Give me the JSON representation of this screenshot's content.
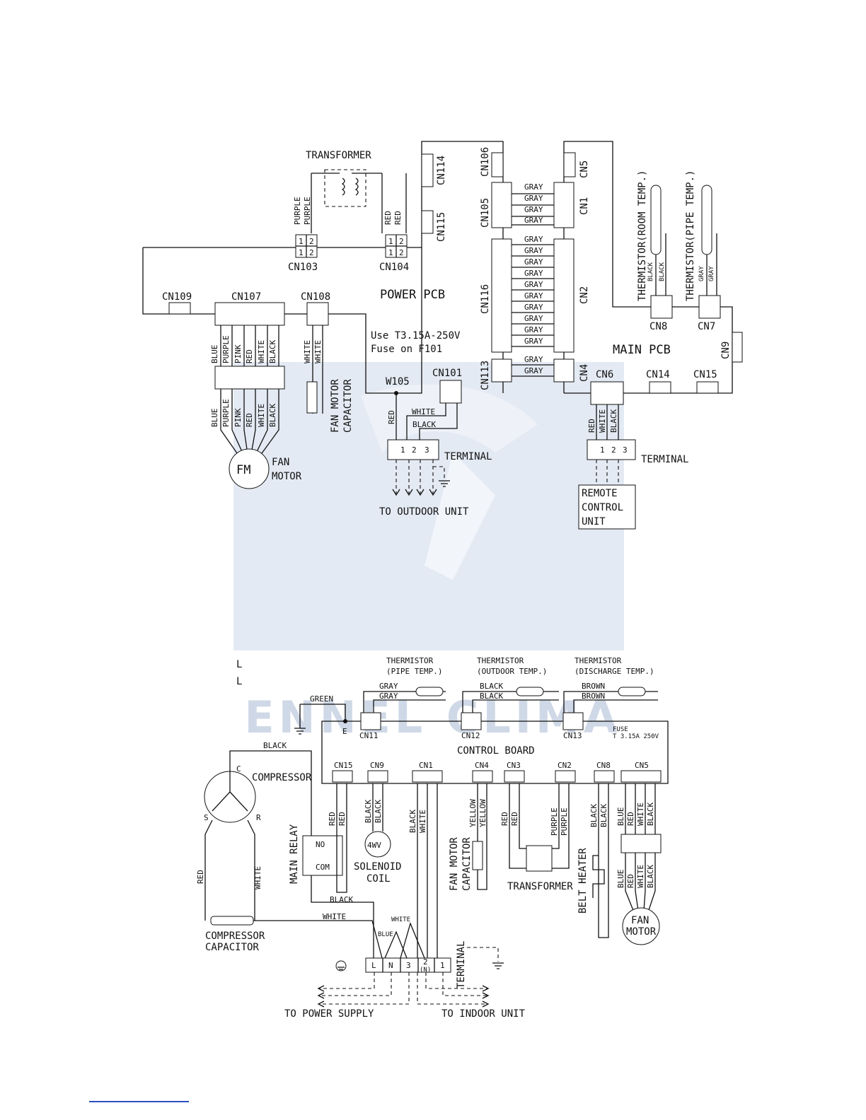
{
  "indoor": {
    "transformer": "TRANSFORMER",
    "cn114": "CN114",
    "cn115": "CN115",
    "cn105": "CN105",
    "cn106": "CN106",
    "cn5": "CN5",
    "cn1": "CN1",
    "cn2": "CN2",
    "cn116": "CN116",
    "cn113": "CN113",
    "cn4": "CN4",
    "thermistor_room": "THERMISTOR(ROOM TEMP.)",
    "thermistor_pipe": "THERMISTOR(PIPE TEMP.)",
    "cn103": "CN103",
    "cn104": "CN104",
    "power_pcb": "POWER PCB",
    "cn109": "CN109",
    "cn107": "CN107",
    "cn108": "CN108",
    "fuse_note_1": "Use T3.15A-250V",
    "fuse_note_2": "Fuse on F101",
    "cn101": "CN101",
    "w105": "W105",
    "cn8": "CN8",
    "cn7": "CN7",
    "cn9": "CN9",
    "main_pcb": "MAIN PCB",
    "cn6": "CN6",
    "cn14": "CN14",
    "cn15": "CN15",
    "terminal_left": "TERMINAL",
    "terminal_right": "TERMINAL",
    "to_outdoor": "TO OUTDOOR UNIT",
    "remote_1": "REMOTE",
    "remote_2": "CONTROL",
    "remote_3": "UNIT",
    "fan_motor_1": "FAN",
    "fan_motor_2": "MOTOR",
    "fm": "FM",
    "fan_motor_capacitor_1": "FAN MOTOR",
    "fan_motor_capacitor_2": "CAPACITOR",
    "wire_purple": "PURPLE",
    "wire_red": "RED",
    "wire_gray": "GRAY",
    "wire_black": "BLACK",
    "wire_blue": "BLUE",
    "wire_pink": "PINK",
    "wire_white": "WHITE"
  },
  "outdoor": {
    "thermistor": "THERMISTOR",
    "pipe_temp": "(PIPE TEMP.)",
    "outdoor_temp": "(OUTDOOR TEMP.)",
    "discharge_temp": "(DISCHARGE TEMP.)",
    "green": "GREEN",
    "gray": "GRAY",
    "black": "BLACK",
    "brown": "BROWN",
    "cn11": "CN11",
    "cn12": "CN12",
    "cn13": "CN13",
    "fuse_1": "FUSE",
    "fuse_2": "T 3.15A 250V",
    "e": "E",
    "control_board": "CONTROL BOARD",
    "cn15": "CN15",
    "cn9": "CN9",
    "cn1": "CN1",
    "cn4": "CN4",
    "cn3": "CN3",
    "cn2": "CN2",
    "cn8": "CN8",
    "cn5": "CN5",
    "compressor": "COMPRESSOR",
    "c": "C",
    "s": "S",
    "r": "R",
    "no": "NO",
    "com": "COM",
    "main_relay": "MAIN RELAY",
    "four_wv": "4WV",
    "solenoid_1": "SOLENOID",
    "solenoid_2": "COIL",
    "fan_motor_capacitor_1": "FAN MOTOR",
    "fan_motor_capacitor_2": "CAPACITOR",
    "transformer": "TRANSFORMER",
    "belt_heater": "BELT HEATER",
    "fan_1": "FAN",
    "fan_2": "MOTOR",
    "compressor_capacitor_1": "COMPRESSOR",
    "compressor_capacitor_2": "CAPACITOR",
    "red": "RED",
    "white": "WHITE",
    "blue": "BLUE",
    "yellow": "YELLOW",
    "purple": "PURPLE",
    "terminal": "TERMINAL",
    "t_l": "L",
    "t_n": "N",
    "t_3": "3",
    "t_2": "2",
    "t_n2": "(N)",
    "t_1": "1",
    "to_power_supply": "TO POWER SUPPLY",
    "to_indoor_unit": "TO INDOOR UNIT",
    "ll": "L"
  },
  "watermark": {
    "text": "ENNEL CLIMA",
    "color": "#c9d3e3"
  }
}
